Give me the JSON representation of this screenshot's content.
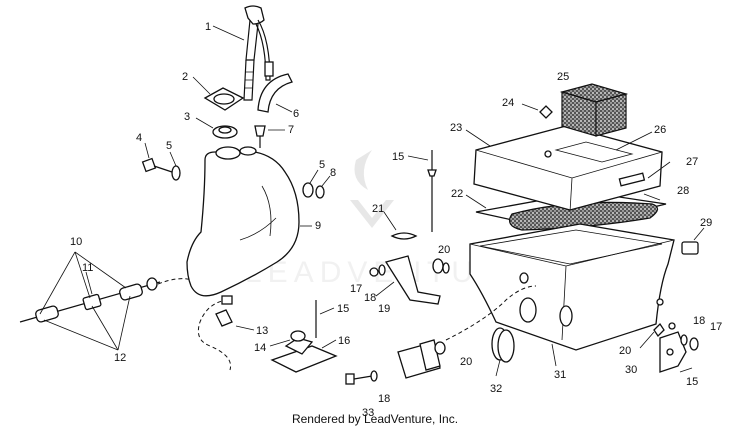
{
  "credit": "Rendered by LeadVenture, Inc.",
  "watermark": "LEADVENTURE",
  "labels": [
    "1",
    "2",
    "3",
    "4",
    "5",
    "6",
    "7",
    "5",
    "8",
    "9",
    "10",
    "11",
    "12",
    "13",
    "14",
    "15",
    "16",
    "15",
    "17",
    "18",
    "19",
    "20",
    "21",
    "20",
    "22",
    "23",
    "24",
    "25",
    "26",
    "27",
    "28",
    "29",
    "17",
    "18",
    "20",
    "30",
    "15",
    "31",
    "32",
    "33",
    "18"
  ]
}
